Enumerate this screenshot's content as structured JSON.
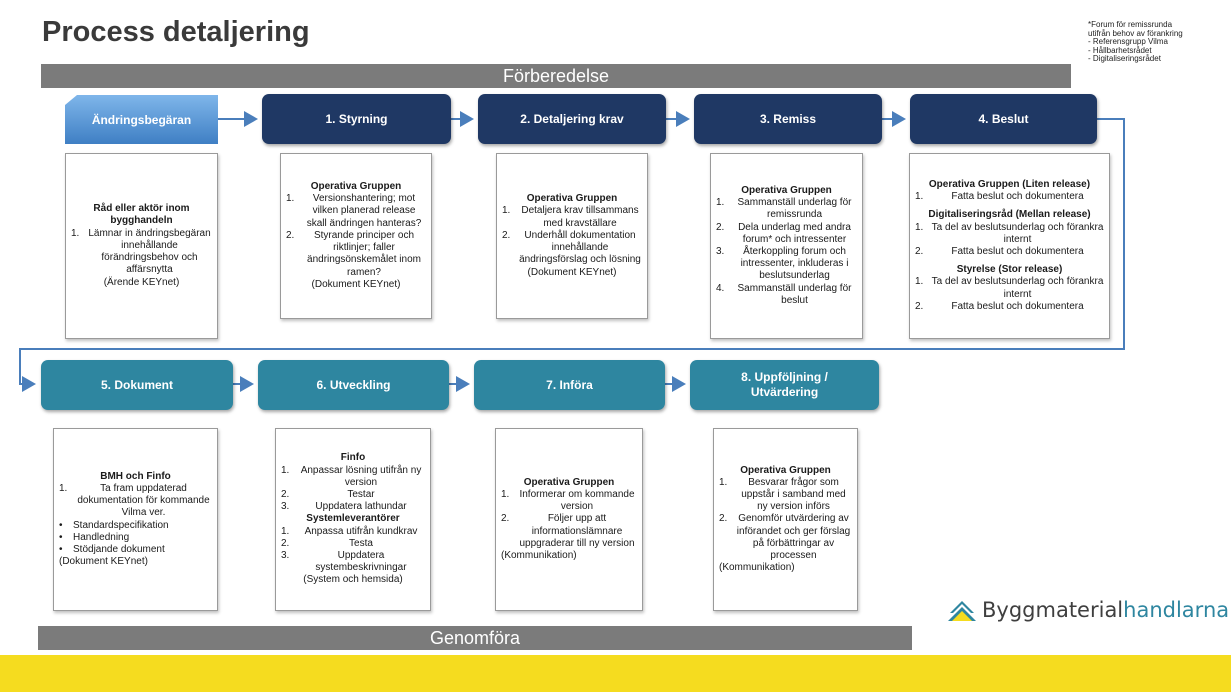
{
  "title": "Process detaljering",
  "note": [
    "*Forum för remissrunda",
    "utifrån behov av förankring",
    "- Referensgrupp Vilma",
    "- Hållbarhetsrådet",
    "- Digitaliseringsrådet"
  ],
  "phases": {
    "top": "Förberedelse",
    "bottom": "Genomföra"
  },
  "request_label": "Ändringsbegäran",
  "steps": [
    "1. Styrning",
    "2. Detaljering krav",
    "3. Remiss",
    "4. Beslut",
    "5. Dokument",
    "6. Utveckling",
    "7. Införa",
    "8. Uppföljning / Utvärdering"
  ],
  "boxes": {
    "request": {
      "heading": "Råd eller aktör inom bygghandeln",
      "items": [
        "Lämnar in ändringsbegäran innehållande förändringsbehov och affärsnytta"
      ],
      "footer": "(Ärende KEYnet)"
    },
    "styrning": {
      "heading": "Operativa Gruppen",
      "items": [
        "Versionshantering; mot vilken planerad release skall ändringen hanteras?",
        "Styrande principer och riktlinjer; faller ändringsönskemålet inom ramen?"
      ],
      "footer": "(Dokument KEYnet)"
    },
    "krav": {
      "heading": "Operativa Gruppen",
      "items": [
        "Detaljera krav tillsammans med kravställare",
        "Underhåll dokumentation innehållande ändringsförslag och lösning"
      ],
      "footer": "(Dokument KEYnet)"
    },
    "remiss": {
      "heading": "Operativa Gruppen",
      "items": [
        "Sammanställ underlag för remissrunda",
        "Dela underlag med andra forum* och intressenter",
        "Återkoppling forum och intressenter, inkluderas i beslutsunderlag",
        "Sammanställ underlag för beslut"
      ]
    },
    "beslut": {
      "groups": [
        {
          "heading": "Operativa Gruppen (Liten release)",
          "items": [
            "Fatta beslut och dokumentera"
          ]
        },
        {
          "heading": "Digitaliseringsråd (Mellan release)",
          "items": [
            "Ta del av beslutsunderlag och förankra internt",
            "Fatta beslut och dokumentera"
          ]
        },
        {
          "heading": "Styrelse (Stor release)",
          "items": [
            "Ta del av beslutsunderlag och förankra internt",
            "Fatta beslut och dokumentera"
          ]
        }
      ]
    },
    "dokument": {
      "heading": "BMH och Finfo",
      "items": [
        "Ta fram uppdaterad dokumentation för kommande Vilma ver."
      ],
      "bullets": [
        "Standardspecifikation",
        "Handledning",
        "Stödjande dokument"
      ],
      "footer": "(Dokument KEYnet)"
    },
    "utveckling": {
      "heading": "Finfo",
      "items": [
        "Anpassar lösning utifrån ny version",
        "Testar",
        "Uppdatera lathundar"
      ],
      "heading2": "Systemleverantörer",
      "items2": [
        "Anpassa utifrån kundkrav",
        "Testa",
        "Uppdatera systembeskrivningar"
      ],
      "footer": "(System och hemsida)"
    },
    "infora": {
      "heading": "Operativa Gruppen",
      "items": [
        "Informerar om kommande version",
        "Följer upp att informationslämnare uppgraderar till ny version"
      ],
      "footer": "(Kommunikation)"
    },
    "uppfoljning": {
      "heading": "Operativa Gruppen",
      "items": [
        "Besvarar frågor som uppstår i samband med ny version införs",
        "Genomför utvärdering av införandet och ger förslag på förbättringar av processen"
      ],
      "footer": "(Kommunikation)"
    }
  },
  "logo": {
    "part1": "Byggmaterial",
    "part2": "handlarna"
  },
  "colors": {
    "dark_step": "#1f3864",
    "teal_step": "#2e86a0",
    "request_step": "#5b9bd5",
    "phase_bar": "#7b7b7b",
    "footer": "#f5dc1f",
    "connector": "#4a7ebb"
  }
}
